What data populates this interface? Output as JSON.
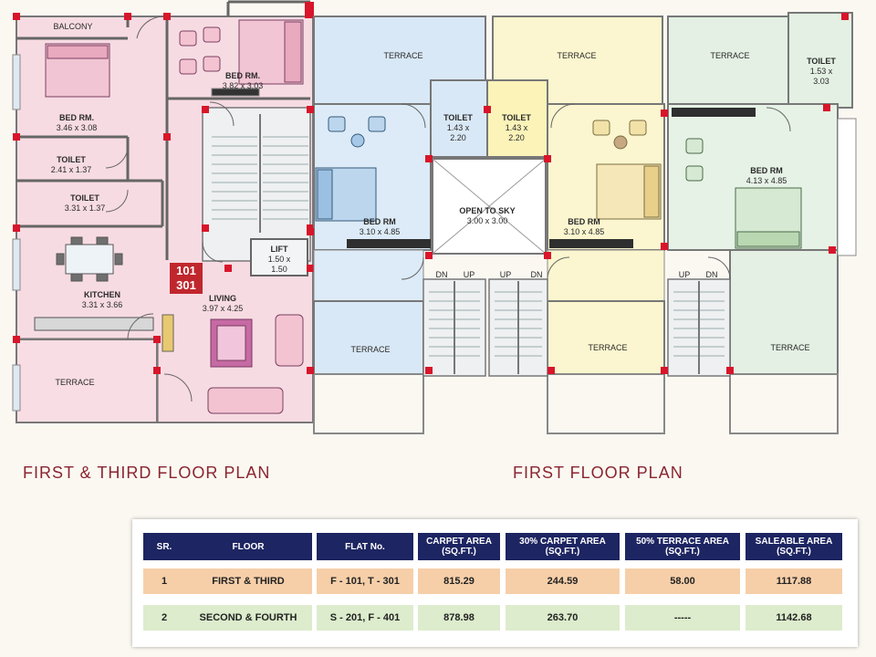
{
  "plan_left": {
    "title": "FIRST & THIRD FLOOR PLAN",
    "flat_numbers": [
      "101",
      "301"
    ],
    "rooms": {
      "balcony": "BALCONY",
      "bed_rm_1_name": "BED RM.",
      "bed_rm_1_dim": "3.46 x 3.08",
      "bed_rm_2_name": "BED RM.",
      "bed_rm_2_dim": "3.82 x 3.03",
      "toilet_1_name": "TOILET",
      "toilet_1_dim": "2.41 x 1.37",
      "toilet_2_name": "TOILET",
      "toilet_2_dim": "3.31 x 1.37",
      "kitchen_name": "KITCHEN",
      "kitchen_dim": "3.31 x 3.66",
      "living_name": "LIVING",
      "living_dim": "3.97 x 4.25",
      "lift_name": "LIFT",
      "lift_dim_1": "1.50 x",
      "lift_dim_2": "1.50",
      "terrace": "TERRACE"
    }
  },
  "plan_right": {
    "title": "FIRST FLOOR PLAN",
    "rooms": {
      "terrace_1": "TERRACE",
      "terrace_2": "TERRACE",
      "terrace_3": "TERRACE",
      "terrace_4": "TERRACE",
      "terrace_5": "TERRACE",
      "terrace_6": "TERRACE",
      "toilet_a_name": "TOILET",
      "toilet_a_dim_1": "1.43 x",
      "toilet_a_dim_2": "2.20",
      "toilet_b_name": "TOILET",
      "toilet_b_dim_1": "1.43 x",
      "toilet_b_dim_2": "2.20",
      "toilet_c_name": "TOILET",
      "toilet_c_dim_1": "1.53 x",
      "toilet_c_dim_2": "3.03",
      "open_to_sky_name": "OPEN TO SKY",
      "open_to_sky_dim": "3.00 x 3.00",
      "bed_rm_a_name": "BED RM",
      "bed_rm_a_dim": "3.10 x 4.85",
      "bed_rm_b_name": "BED RM",
      "bed_rm_b_dim": "3.10 x 4.85",
      "bed_rm_c_name": "BED RM",
      "bed_rm_c_dim": "4.13 x 4.85",
      "stair_dn_1": "DN",
      "stair_up_1": "UP",
      "stair_up_2": "UP",
      "stair_dn_2": "DN",
      "stair_up_3": "UP",
      "stair_dn_3": "DN"
    }
  },
  "area_table": {
    "headers": [
      "SR.",
      "FLOOR",
      "FLAT No.",
      "CARPET AREA\n(SQ.FT.)",
      "30% CARPET AREA\n(SQ.FT.)",
      "50% TERRACE AREA\n(SQ.FT.)",
      "SALEABLE AREA\n(SQ.FT.)"
    ],
    "rows": [
      [
        "1",
        "FIRST & THIRD",
        "F - 101, T - 301",
        "815.29",
        "244.59",
        "58.00",
        "1117.88"
      ],
      [
        "2",
        "SECOND & FOURTH",
        "S - 201, F - 401",
        "878.98",
        "263.70",
        "-----",
        "1142.68"
      ]
    ]
  },
  "colors": {
    "header_navy": "#1d2562",
    "row1_peach": "#f6cfa9",
    "row2_green": "#dceccc",
    "title_red": "#8a2530",
    "column_red": "#d8152a"
  }
}
